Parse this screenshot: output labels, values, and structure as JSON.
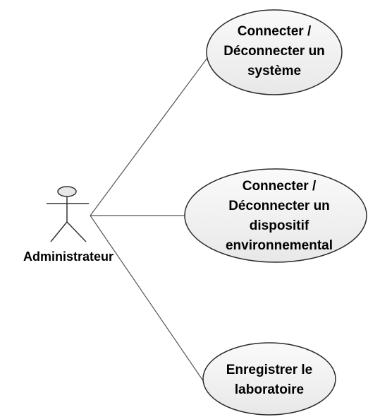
{
  "actor": {
    "name": "Administrateur"
  },
  "use_cases": [
    {
      "lines": [
        "Connecter /",
        "Déconnecter un",
        "système"
      ]
    },
    {
      "lines": [
        "Connecter /",
        "Déconnecter un",
        "dispositif",
        "environnemental"
      ]
    },
    {
      "lines": [
        "Enregistrer le",
        "laboratoire"
      ]
    }
  ],
  "colors": {
    "ellipse_fill": "#f0f0f0",
    "ellipse_stroke": "#2b2b2b",
    "line": "#555555",
    "actor_stroke": "#333333",
    "text": "#000000"
  }
}
